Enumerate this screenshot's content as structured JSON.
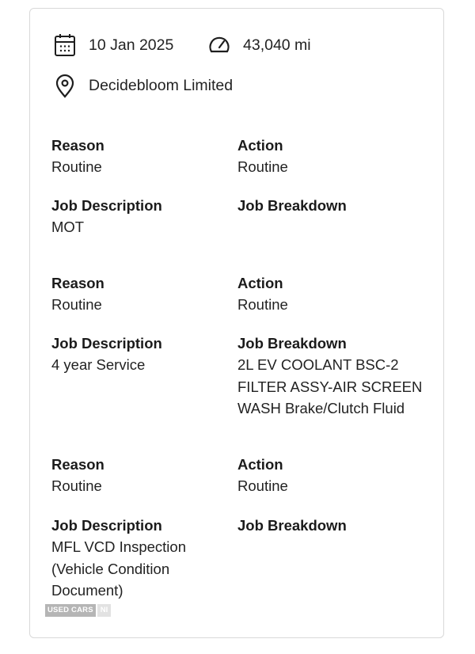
{
  "header": {
    "date": "10 Jan 2025",
    "mileage": "43,040 mi",
    "location": "Decidebloom Limited",
    "icons": [
      "calendar-icon",
      "speedometer-icon",
      "location-pin-icon"
    ]
  },
  "labels": {
    "reason": "Reason",
    "action": "Action",
    "job_description": "Job Description",
    "job_breakdown": "Job Breakdown"
  },
  "records": [
    {
      "reason": "Routine",
      "action": "Routine",
      "job_description": [
        "MOT"
      ],
      "job_breakdown": []
    },
    {
      "reason": "Routine",
      "action": "Routine",
      "job_description": [
        "4 year Service"
      ],
      "job_breakdown": [
        "2L EV COOLANT BSC-2",
        "FILTER ASSY-AIR SCREEN",
        "WASH Brake/Clutch Fluid"
      ]
    },
    {
      "reason": "Routine",
      "action": "Routine",
      "job_description": [
        "MFL VCD Inspection",
        "(Vehicle Condition",
        "Document)"
      ],
      "job_breakdown": []
    }
  ],
  "watermark": {
    "left": "USED CARS",
    "right": "NI"
  },
  "colors": {
    "border": "#d9d9d9",
    "text": "#1e1e1e",
    "watermark": "#b5b5b5"
  }
}
